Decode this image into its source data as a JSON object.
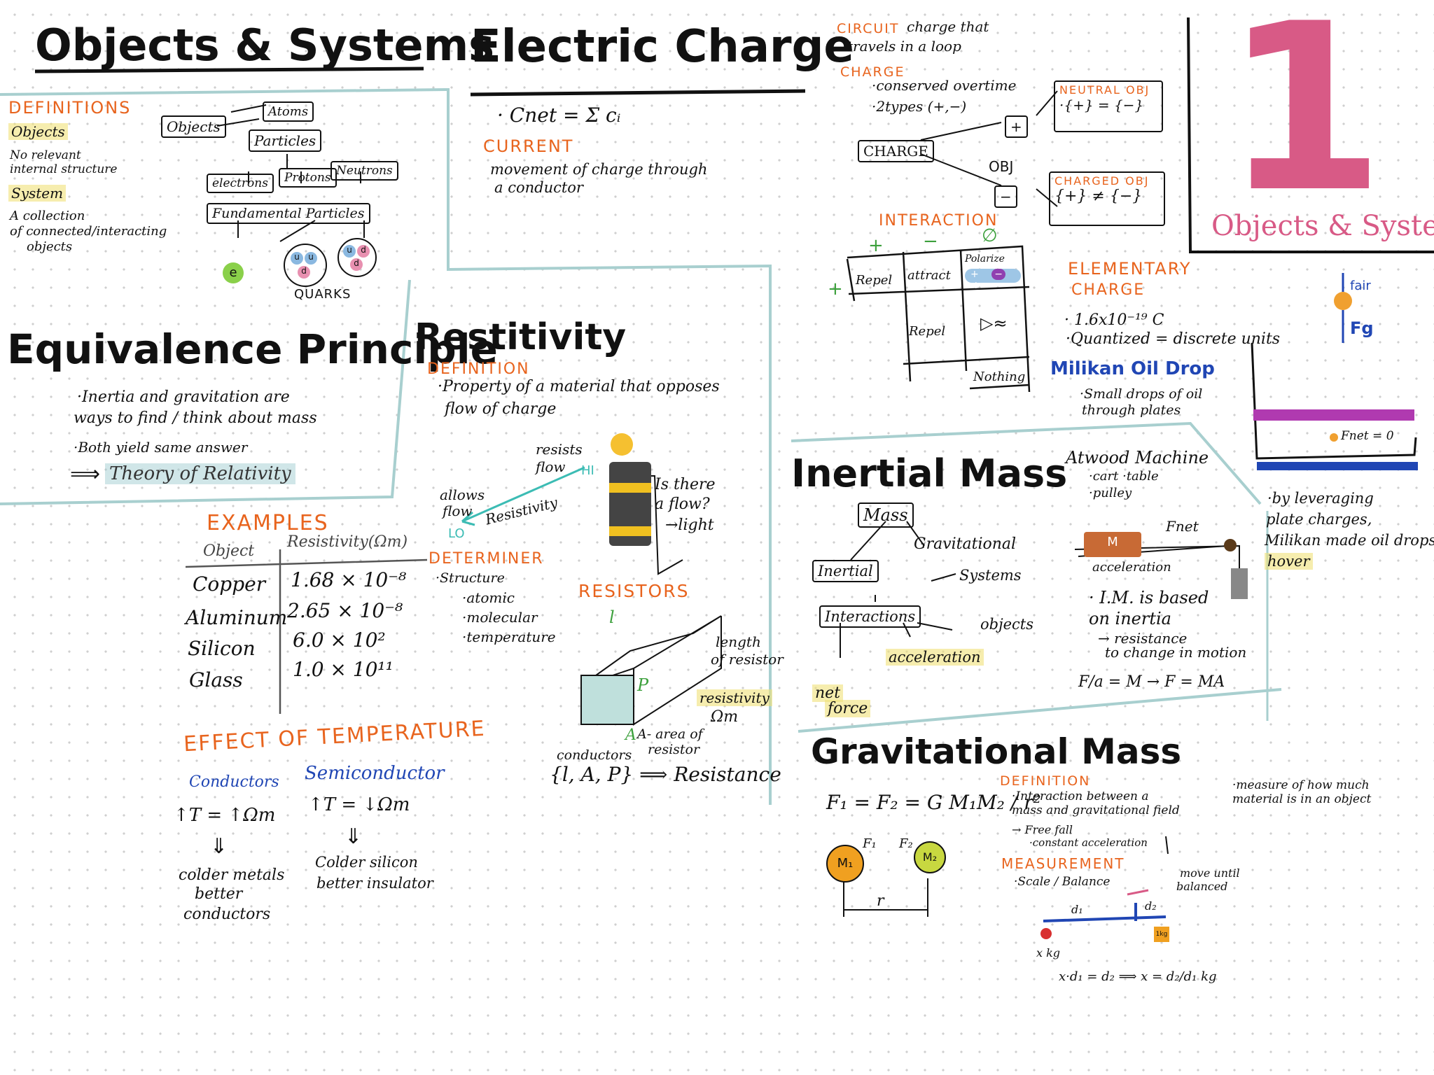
{
  "objects_systems": {
    "title": "Objects & Systems",
    "definitions_heading": "DEFINITIONS",
    "objects_label": "Objects",
    "objects_def": [
      "No relevant",
      "internal structure"
    ],
    "system_label": "System",
    "system_def": [
      "A collection",
      "of connected/interacting",
      "objects"
    ],
    "tree": {
      "objects": "Objects",
      "atoms": "Atoms",
      "particles": "Particles",
      "electrons": "electrons",
      "protons": "Protons",
      "neutrons": "Neutrons",
      "fundamental": "Fundamental Particles",
      "electron_symbol": "e",
      "quarks": "QUARKS",
      "proton_quarks": [
        "u",
        "u",
        "d"
      ],
      "neutron_quarks": [
        "u",
        "d",
        "d"
      ]
    }
  },
  "electric_charge": {
    "title": "Electric Charge",
    "formula": "· Cnet = Σ cᵢ",
    "current_heading": "CURRENT",
    "current_def": [
      "movement of charge through",
      "a conductor"
    ]
  },
  "circuit": {
    "heading": "CIRCUIT",
    "def": [
      "charge that",
      "travels in a loop"
    ],
    "charge_heading": "CHARGE",
    "charge_points": [
      "·conserved overtime",
      "·2types (+,−)"
    ],
    "charge_box": "CHARGE",
    "plus": "+",
    "minus": "−",
    "obj": "OBJ",
    "neutral_heading": "NEUTRAL OBJ",
    "neutral_eq": "·{+} = {−}",
    "charged_heading": "CHARGED OBJ",
    "charged_eq": "{+} ≠ {−}"
  },
  "interaction": {
    "heading": "INTERACTION",
    "col_headers": [
      "+",
      "−",
      "∅"
    ],
    "row_header": "+",
    "cells": [
      "Repel",
      "attract",
      "Polarize",
      "Repel",
      "Nothing"
    ],
    "polarize_signs": [
      "+",
      "−",
      "+"
    ]
  },
  "big_one": {
    "number": "1",
    "subtitle": "Objects & Systems"
  },
  "elementary": {
    "heading_1": "ELEMENTARY",
    "heading_2": "CHARGE",
    "points": [
      "· 1.6x10⁻¹⁹ C",
      "·Quantized = discrete units"
    ],
    "milikan": "Milikan Oil Drop",
    "milikan_def": [
      "·Small drops of oil",
      "through plates"
    ],
    "fair": "fair",
    "fg": "Fg",
    "fnet": "Fnet = 0",
    "leveraging": [
      "·by leveraging",
      "plate charges,",
      "Milikan made oil drops"
    ],
    "hover": "hover"
  },
  "equivalence": {
    "title": "Equivalence Principle",
    "points": [
      "·Inertia and gravitation are",
      "ways to find / think about mass",
      "·Both yield same answer"
    ],
    "arrow": "⟹",
    "theory": "Theory of Relativity"
  },
  "resistivity": {
    "title": "Restitivity",
    "definition_heading": "DEFINITION",
    "def": [
      "·Property of a material that opposes",
      "flow of charge"
    ],
    "resists_flow": [
      "resists",
      "flow"
    ],
    "hi": "HI",
    "allows_flow": [
      "allows",
      "flow"
    ],
    "resistivity_label": "Resistivity",
    "lo": "LO",
    "is_there_flow": [
      "Is there",
      "a flow?"
    ],
    "light": "→light",
    "determiner_heading": "DETERMINER",
    "determiner_items": [
      "·Structure",
      "·atomic",
      "·molecular",
      "·temperature"
    ]
  },
  "examples": {
    "heading": "EXAMPLES",
    "col_object": "Object",
    "col_resistivity": "Resistivity(Ωm)",
    "rows": [
      {
        "object": "Copper",
        "value": "1.68 × 10⁻⁸"
      },
      {
        "object": "Aluminum",
        "value": "2.65 × 10⁻⁸"
      },
      {
        "object": "Silicon",
        "value": "6.0 × 10²"
      },
      {
        "object": "Glass",
        "value": "1.0 × 10¹¹"
      }
    ]
  },
  "temperature": {
    "heading": "EFFECT OF TEMPERATURE",
    "conductors": "Conductors",
    "semiconductor": "Semiconductor",
    "cond_eq": "↑T = ↑Ωm",
    "semi_eq": "↑T = ↓Ωm",
    "down": "⇓",
    "cond_result": [
      "colder metals",
      "better",
      "conductors"
    ],
    "semi_result": [
      "Colder silicon",
      "better insulator"
    ]
  },
  "resistors": {
    "heading": "RESISTORS",
    "l": "l",
    "p": "P",
    "a": "A",
    "length": [
      "length",
      "of resistor"
    ],
    "resistivity": "resistivity",
    "unit": "Ωm",
    "area": [
      "A- area of",
      "resistor"
    ],
    "conductors": "conductors",
    "formula": "{l, A, P} ⟹ Resistance"
  },
  "inertial": {
    "title": "Inertial Mass",
    "mass": "Mass",
    "inertial": "Inertial",
    "gravitational": "Gravitational",
    "interactions": "Interactions",
    "systems": "Systems",
    "objects": "objects",
    "acceleration": "acceleration",
    "net_force": [
      "net",
      "force"
    ],
    "atwood": "Atwood Machine",
    "atwood_items": [
      "·cart ·table",
      "·pulley"
    ],
    "fnet": "Fnet",
    "cart": "M",
    "accel_label": "acceleration",
    "im_points": [
      "· I.M. is based",
      "on inertia",
      "→ resistance",
      "to change in motion"
    ],
    "formula": "F/a = M → F = MA"
  },
  "gravitational": {
    "title": "Gravitational Mass",
    "formula": "F₁ = F₂ = G M₁M₂ / r²",
    "m1": "M₁",
    "m2": "M₂",
    "f1": "F₁",
    "f2": "F₂",
    "r": "r",
    "definition_heading": "DEFINITION",
    "def": [
      "·Interaction between a",
      "mass and gravitational field",
      "→ Free fall",
      "·constant acceleration"
    ],
    "measure": [
      "·measure of how much",
      "material is in an object"
    ],
    "measurement_heading": "MEASUREMENT",
    "scale": "·Scale / Balance",
    "move_until": [
      "move until",
      "balanced"
    ],
    "d1": "d₁",
    "d2": "d₂",
    "xkg": "x kg",
    "onekg": "1kg",
    "eq": "x·d₁ = d₂ ⟹ x = d₂/d₁ kg"
  },
  "colors": {
    "orange": "#e8641e",
    "blue": "#2046b4",
    "pink": "#d85a86",
    "teal": "#a8cfcf",
    "highlight_yellow": "#f0e178",
    "highlight_green": "#82c878"
  }
}
